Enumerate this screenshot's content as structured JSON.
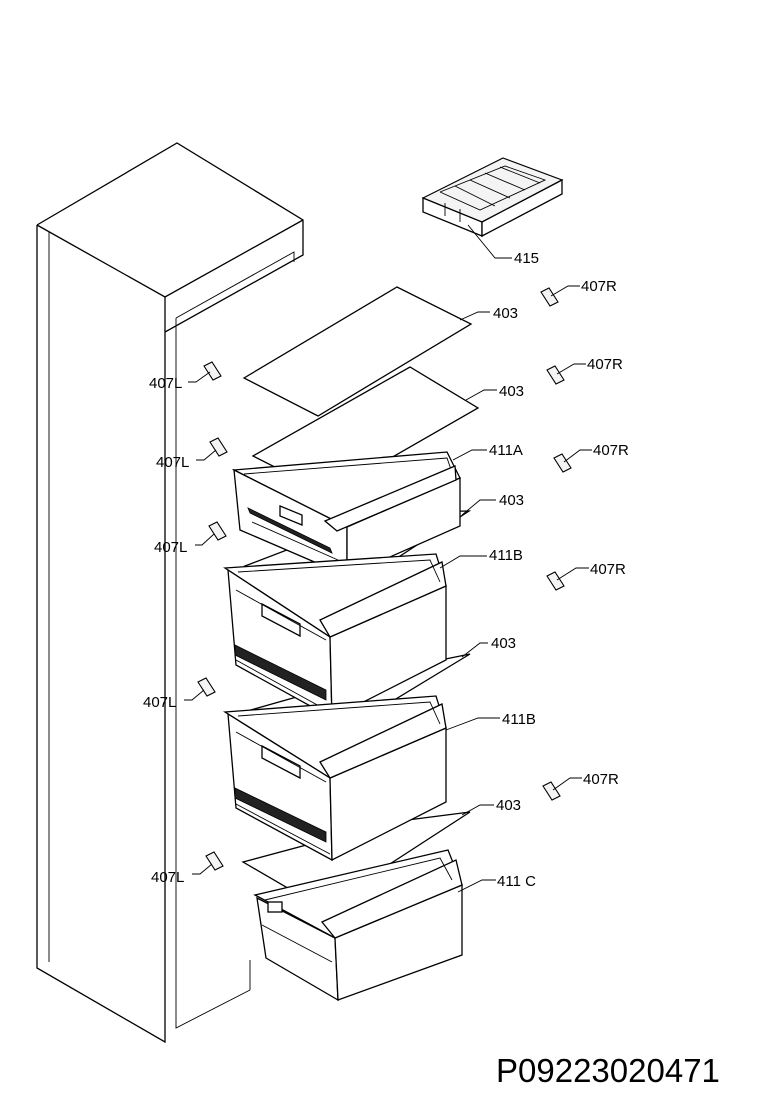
{
  "labels": {
    "part_415": "415",
    "part_403": "403",
    "part_407R": "407R",
    "part_407L": "407L",
    "part_411A": "411A",
    "part_411B": "411B",
    "part_411C": "411C",
    "part_411C_display": "411 C"
  },
  "document_code": "P09223020471"
}
